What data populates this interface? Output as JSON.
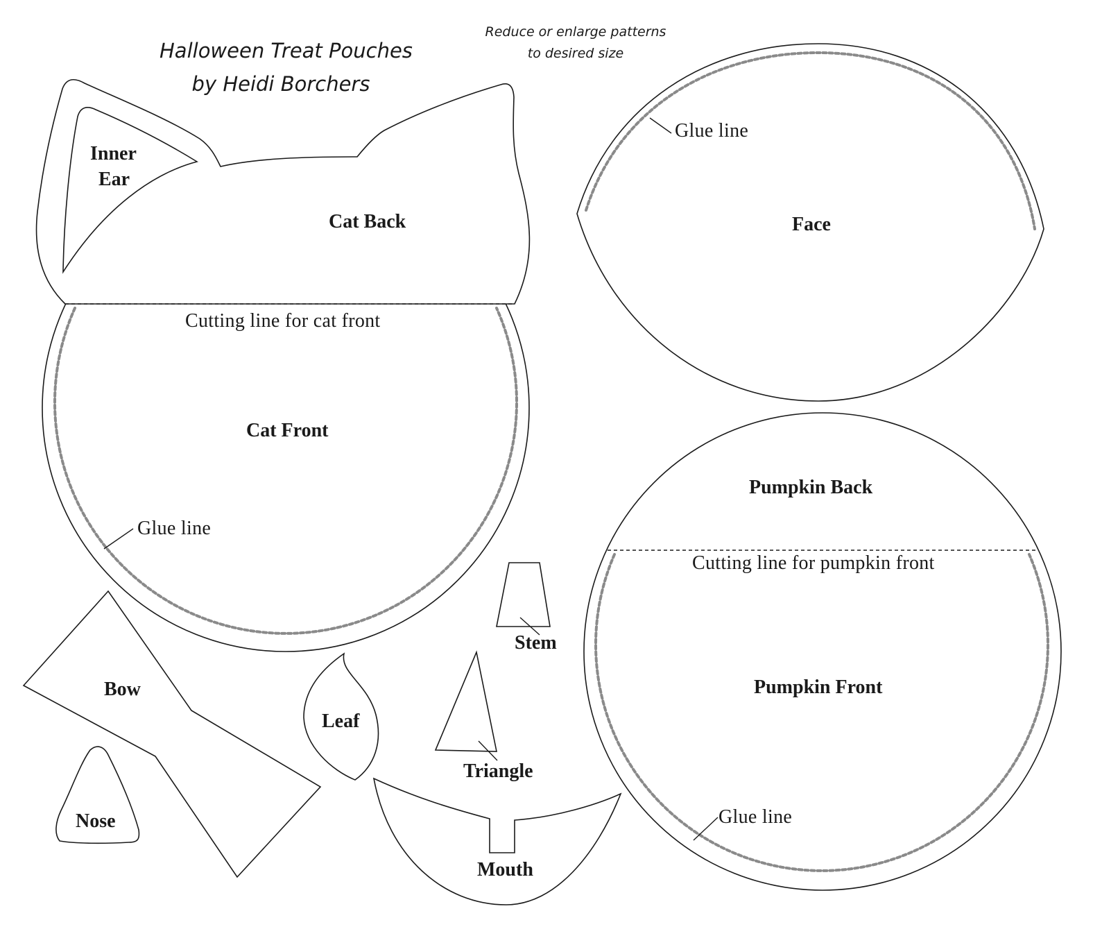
{
  "header": {
    "title_line1": "Halloween Treat Pouches",
    "title_line2": "by Heidi Borchers",
    "note_line1": "Reduce or enlarge patterns",
    "note_line2": "to desired size"
  },
  "pieces": {
    "inner_ear_line1": "Inner",
    "inner_ear_line2": "Ear",
    "cat_back": "Cat Back",
    "cat_front": "Cat Front",
    "cat_cutting_line": "Cutting line for cat front",
    "cat_glue_line": "Glue line",
    "face": "Face",
    "face_glue_line": "Glue line",
    "pumpkin_back": "Pumpkin Back",
    "pumpkin_front": "Pumpkin Front",
    "pumpkin_cutting_line": "Cutting line for pumpkin front",
    "pumpkin_glue_line": "Glue line",
    "bow": "Bow",
    "nose": "Nose",
    "leaf": "Leaf",
    "stem": "Stem",
    "triangle": "Triangle",
    "mouth": "Mouth"
  },
  "colors": {
    "outline": "#1a1a1a",
    "glue_line": "#8a8a8a",
    "paper": "#ffffff"
  }
}
